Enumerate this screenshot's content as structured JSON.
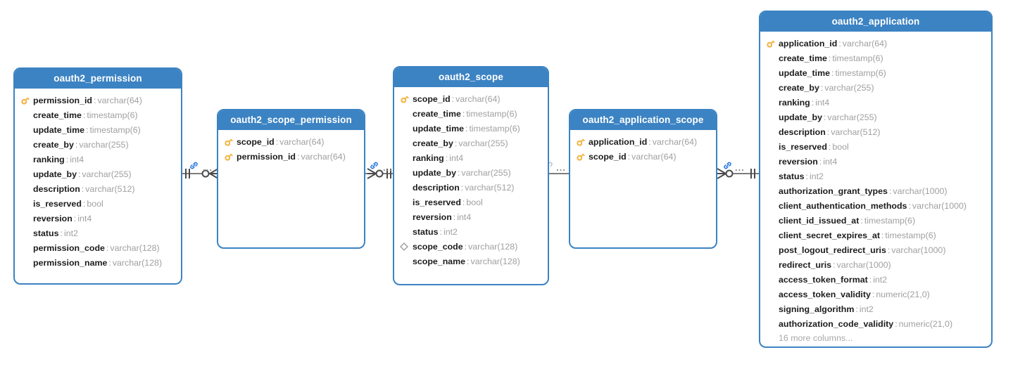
{
  "diagram": {
    "type": "er-diagram",
    "title": "OAuth2 schema ER diagram",
    "background_color": "#ffffff",
    "header_color": "#3c83c3",
    "border_color": "#3c83c3",
    "key_icon_color": "#f2b544",
    "type_text_color": "#a0a0a0",
    "connector_color": "#7d7d7d",
    "link_icon_color": "#2a7ade"
  },
  "entities": [
    {
      "name": "oauth2_permission",
      "columns": [
        {
          "icon": "primary-key-icon",
          "name": "permission_id",
          "sep": ":",
          "type": "varchar(64)"
        },
        {
          "icon": "none",
          "name": "create_time",
          "sep": ":",
          "type": "timestamp(6)"
        },
        {
          "icon": "none",
          "name": "update_time",
          "sep": ":",
          "type": "timestamp(6)"
        },
        {
          "icon": "none",
          "name": "create_by",
          "sep": ":",
          "type": "varchar(255)"
        },
        {
          "icon": "none",
          "name": "ranking",
          "sep": ":",
          "type": "int4"
        },
        {
          "icon": "none",
          "name": "update_by",
          "sep": ":",
          "type": "varchar(255)"
        },
        {
          "icon": "none",
          "name": "description",
          "sep": ":",
          "type": "varchar(512)"
        },
        {
          "icon": "none",
          "name": "is_reserved",
          "sep": ":",
          "type": "bool"
        },
        {
          "icon": "none",
          "name": "reversion",
          "sep": ":",
          "type": "int4"
        },
        {
          "icon": "none",
          "name": "status",
          "sep": ":",
          "type": "int2"
        },
        {
          "icon": "none",
          "name": "permission_code",
          "sep": ":",
          "type": "varchar(128)"
        },
        {
          "icon": "none",
          "name": "permission_name",
          "sep": ":",
          "type": "varchar(128)"
        }
      ],
      "more_columns_label": ""
    },
    {
      "name": "oauth2_scope_permission",
      "columns": [
        {
          "icon": "primary-key-icon",
          "name": "scope_id",
          "sep": ":",
          "type": "varchar(64)"
        },
        {
          "icon": "primary-key-icon",
          "name": "permission_id",
          "sep": ":",
          "type": "varchar(64)"
        }
      ],
      "more_columns_label": ""
    },
    {
      "name": "oauth2_scope",
      "columns": [
        {
          "icon": "primary-key-icon",
          "name": "scope_id",
          "sep": ":",
          "type": "varchar(64)"
        },
        {
          "icon": "none",
          "name": "create_time",
          "sep": ":",
          "type": "timestamp(6)"
        },
        {
          "icon": "none",
          "name": "update_time",
          "sep": ":",
          "type": "timestamp(6)"
        },
        {
          "icon": "none",
          "name": "create_by",
          "sep": ":",
          "type": "varchar(255)"
        },
        {
          "icon": "none",
          "name": "ranking",
          "sep": ":",
          "type": "int4"
        },
        {
          "icon": "none",
          "name": "update_by",
          "sep": ":",
          "type": "varchar(255)"
        },
        {
          "icon": "none",
          "name": "description",
          "sep": ":",
          "type": "varchar(512)"
        },
        {
          "icon": "none",
          "name": "is_reserved",
          "sep": ":",
          "type": "bool"
        },
        {
          "icon": "none",
          "name": "reversion",
          "sep": ":",
          "type": "int4"
        },
        {
          "icon": "none",
          "name": "status",
          "sep": ":",
          "type": "int2"
        },
        {
          "icon": "unique-index-icon",
          "name": "scope_code",
          "sep": ":",
          "type": "varchar(128)"
        },
        {
          "icon": "none",
          "name": "scope_name",
          "sep": ":",
          "type": "varchar(128)"
        }
      ],
      "more_columns_label": ""
    },
    {
      "name": "oauth2_application_scope",
      "columns": [
        {
          "icon": "primary-key-icon",
          "name": "application_id",
          "sep": ":",
          "type": "varchar(64)"
        },
        {
          "icon": "primary-key-icon",
          "name": "scope_id",
          "sep": ":",
          "type": "varchar(64)"
        }
      ],
      "more_columns_label": ""
    },
    {
      "name": "oauth2_application",
      "columns": [
        {
          "icon": "primary-key-icon",
          "name": "application_id",
          "sep": ":",
          "type": "varchar(64)"
        },
        {
          "icon": "none",
          "name": "create_time",
          "sep": ":",
          "type": "timestamp(6)"
        },
        {
          "icon": "none",
          "name": "update_time",
          "sep": ":",
          "type": "timestamp(6)"
        },
        {
          "icon": "none",
          "name": "create_by",
          "sep": ":",
          "type": "varchar(255)"
        },
        {
          "icon": "none",
          "name": "ranking",
          "sep": ":",
          "type": "int4"
        },
        {
          "icon": "none",
          "name": "update_by",
          "sep": ":",
          "type": "varchar(255)"
        },
        {
          "icon": "none",
          "name": "description",
          "sep": ":",
          "type": "varchar(512)"
        },
        {
          "icon": "none",
          "name": "is_reserved",
          "sep": ":",
          "type": "bool"
        },
        {
          "icon": "none",
          "name": "reversion",
          "sep": ":",
          "type": "int4"
        },
        {
          "icon": "none",
          "name": "status",
          "sep": ":",
          "type": "int2"
        },
        {
          "icon": "none",
          "name": "authorization_grant_types",
          "sep": ":",
          "type": "varchar(1000)"
        },
        {
          "icon": "none",
          "name": "client_authentication_methods",
          "sep": ":",
          "type": "varchar(1000)"
        },
        {
          "icon": "none",
          "name": "client_id_issued_at",
          "sep": ":",
          "type": "timestamp(6)"
        },
        {
          "icon": "none",
          "name": "client_secret_expires_at",
          "sep": ":",
          "type": "timestamp(6)"
        },
        {
          "icon": "none",
          "name": "post_logout_redirect_uris",
          "sep": ":",
          "type": "varchar(1000)"
        },
        {
          "icon": "none",
          "name": "redirect_uris",
          "sep": ":",
          "type": "varchar(1000)"
        },
        {
          "icon": "none",
          "name": "access_token_format",
          "sep": ":",
          "type": "int2"
        },
        {
          "icon": "none",
          "name": "access_token_validity",
          "sep": ":",
          "type": "numeric(21,0)"
        },
        {
          "icon": "none",
          "name": "signing_algorithm",
          "sep": ":",
          "type": "int2"
        },
        {
          "icon": "none",
          "name": "authorization_code_validity",
          "sep": ":",
          "type": "numeric(21,0)"
        }
      ],
      "more_columns_label": "16 more columns..."
    }
  ],
  "relationships": [
    {
      "id": "rel-permission-scope-permission",
      "from": "oauth2_permission",
      "to": "oauth2_scope_permission",
      "left_cardinality": "one-and-only-one",
      "right_cardinality": "zero-or-many",
      "dots_label": "...",
      "link_icon": "link-icon"
    },
    {
      "id": "rel-scope-permission-scope",
      "from": "oauth2_scope_permission",
      "to": "oauth2_scope",
      "left_cardinality": "zero-or-many",
      "right_cardinality": "one-and-only-one",
      "dots_label": "...",
      "link_icon": "link-icon"
    },
    {
      "id": "rel-scope-application-scope",
      "from": "oauth2_scope",
      "to": "oauth2_application_scope",
      "left_cardinality": "hidden",
      "right_cardinality": "hidden",
      "dots_label": "...",
      "link_icon": "link-icon"
    },
    {
      "id": "rel-application-scope-application",
      "from": "oauth2_application_scope",
      "to": "oauth2_application",
      "left_cardinality": "zero-or-many",
      "right_cardinality": "one-and-only-one",
      "dots_label": "...",
      "link_icon": "link-icon"
    }
  ]
}
